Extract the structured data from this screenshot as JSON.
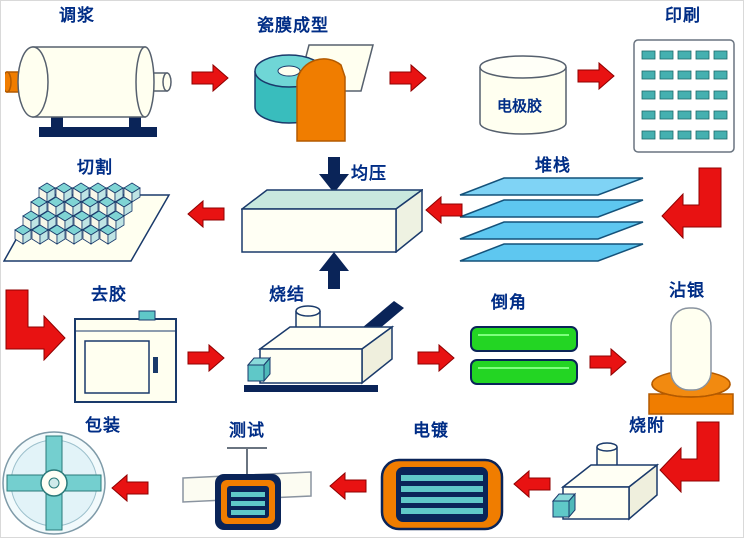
{
  "diagram": {
    "stages": [
      {
        "id": "slurry",
        "label": "调浆"
      },
      {
        "id": "tape-casting",
        "label": "瓷膜成型"
      },
      {
        "id": "electrode-paste",
        "label": "电极胶"
      },
      {
        "id": "printing",
        "label": "印刷"
      },
      {
        "id": "stacking",
        "label": "堆栈"
      },
      {
        "id": "pressing",
        "label": "均压"
      },
      {
        "id": "cutting",
        "label": "切割"
      },
      {
        "id": "binder-removal",
        "label": "去胶"
      },
      {
        "id": "sintering",
        "label": "烧结"
      },
      {
        "id": "chamfering",
        "label": "倒角"
      },
      {
        "id": "silver-dipping",
        "label": "沾银"
      },
      {
        "id": "silver-firing",
        "label": "烧附"
      },
      {
        "id": "plating",
        "label": "电镀"
      },
      {
        "id": "testing",
        "label": "测试"
      },
      {
        "id": "packaging",
        "label": "包装"
      }
    ],
    "flow": [
      "slurry",
      "tape-casting",
      "electrode-paste",
      "printing",
      "stacking",
      "pressing",
      "cutting",
      "binder-removal",
      "sintering",
      "chamfering",
      "silver-dipping",
      "silver-firing",
      "plating",
      "testing",
      "packaging"
    ],
    "colors": {
      "label_text": "#002d86",
      "arrow_red": "#e81212",
      "arrow_navy": "#0a2458",
      "machine_teal": "#5fc8c8",
      "machine_orange": "#f07d00",
      "machine_ivory": "#fffff0",
      "sheet_blue": "#5ec7f0",
      "block_green": "#23d523",
      "outline_navy": "#1a3a6b"
    }
  }
}
